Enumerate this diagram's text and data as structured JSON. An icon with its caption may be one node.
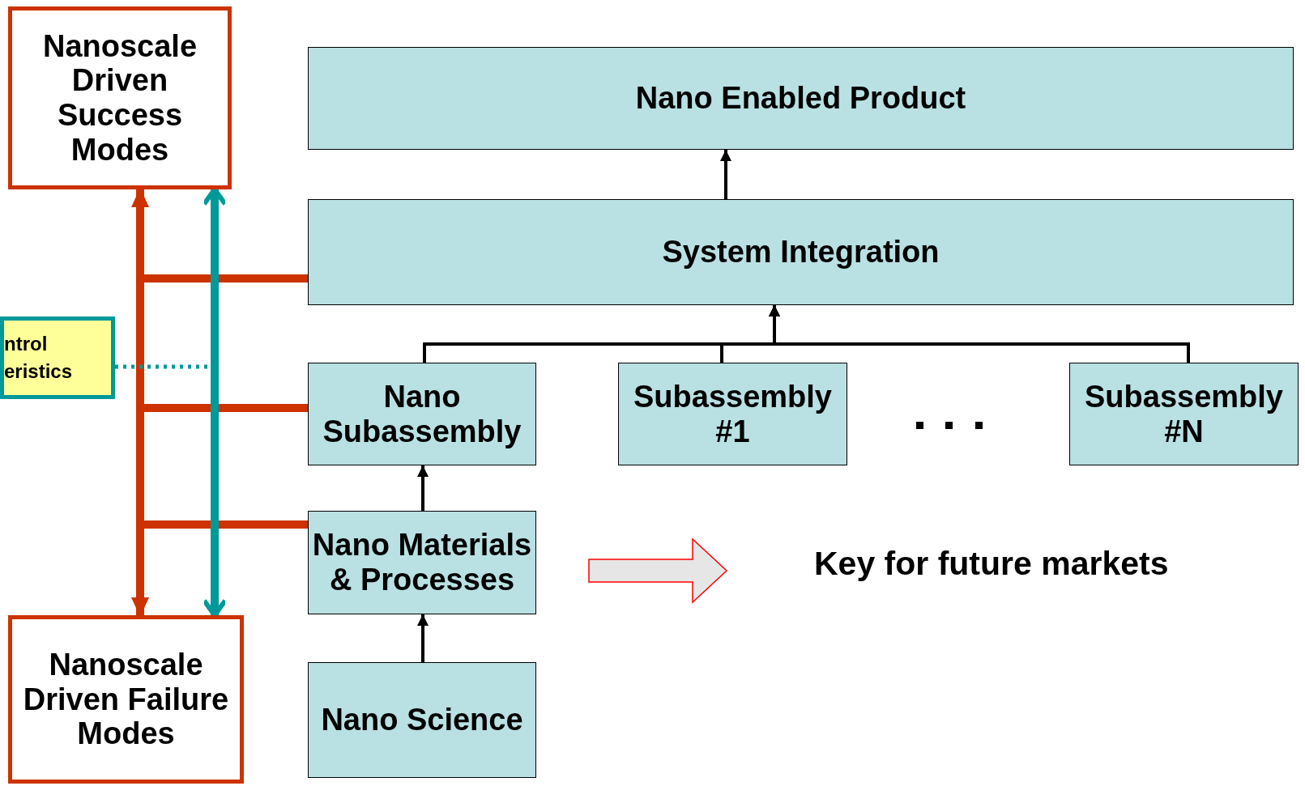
{
  "diagram": {
    "nodes": [
      {
        "text": [
          "Nanoscale Driven Success Modes"
        ]
      },
      {
        "text": [
          "Nano Enabled Product"
        ]
      },
      {
        "text": [
          "System Integration"
        ]
      },
      {
        "text": [
          "ntrol eristics"
        ]
      },
      {
        "text": [
          "Nano Subassembly"
        ]
      },
      {
        "text": [
          "Subassembly #1"
        ]
      },
      {
        "text": [
          "Subassembly #N"
        ]
      },
      {
        "text": [
          "Nano Materials & Processes"
        ]
      },
      {
        "text": [
          "Nano Science"
        ]
      },
      {
        "text": [
          "Nanoscale Driven Failure Modes"
        ]
      }
    ],
    "edges": [
      {
        "from": 2,
        "to": 1,
        "arrow": "to"
      },
      {
        "from": 4,
        "to": 2,
        "arrow": "to"
      },
      {
        "from": 5,
        "to": 2,
        "arrow": "to"
      },
      {
        "from": 6,
        "to": 2,
        "arrow": "to"
      },
      {
        "from": 7,
        "to": 4,
        "arrow": "to"
      },
      {
        "from": 8,
        "to": 7,
        "arrow": "to"
      },
      {
        "from": 9,
        "to": 0,
        "arrow": "both",
        "style": "thick",
        "color": "#cc3300"
      },
      {
        "from": 2,
        "to": null,
        "arrow": "none",
        "style": "thick",
        "color": "#cc3300"
      },
      {
        "from": 4,
        "to": null,
        "arrow": "none",
        "style": "thick",
        "color": "#cc3300"
      },
      {
        "from": 7,
        "to": null,
        "arrow": "none",
        "style": "thick",
        "color": "#cc3300"
      },
      {
        "from": 9,
        "to": 0,
        "arrow": "both",
        "style": "thick",
        "color": "#009999"
      },
      {
        "from": 3,
        "to": null,
        "arrow": "none",
        "style": "dashed",
        "color": "#009999"
      }
    ],
    "labels": [
      "Key for future markets"
    ]
  }
}
